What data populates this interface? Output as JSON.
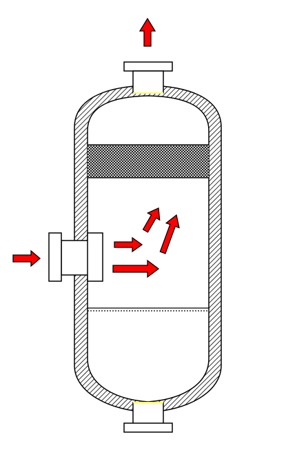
{
  "diagram": {
    "kind": "vertical-separator-vessel",
    "shell": {
      "wall_fill": "hatched",
      "outline_color": "#000000"
    },
    "internals": [
      "mesh-pad-demister",
      "perforated-plate"
    ],
    "nozzles": [
      "top-outlet",
      "side-inlet",
      "bottom-outlet"
    ],
    "flow_arrows": [
      {
        "role": "inlet-feed",
        "direction": "right"
      },
      {
        "role": "top-outlet",
        "direction": "up"
      },
      {
        "role": "internal-flow-right",
        "direction": "right"
      },
      {
        "role": "internal-flow-right",
        "direction": "right"
      },
      {
        "role": "internal-flow-up",
        "direction": "up-right"
      },
      {
        "role": "internal-flow-up",
        "direction": "up-right"
      }
    ],
    "colors": {
      "arrow_fill": "#ff0000",
      "arrow_stroke": "#000000",
      "nozzle_seam": "#ffff66",
      "background": "#ffffff"
    }
  }
}
